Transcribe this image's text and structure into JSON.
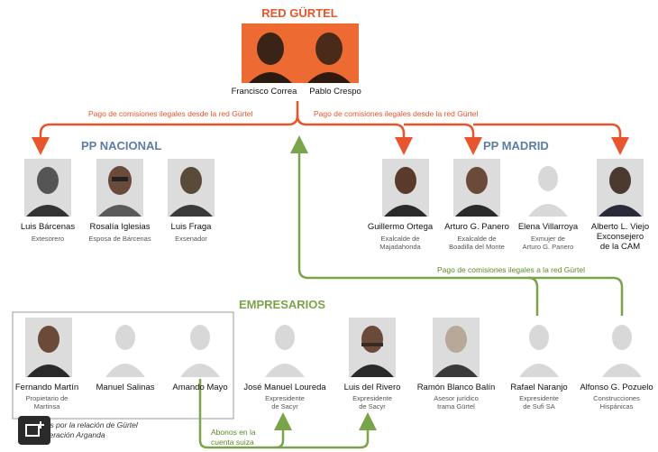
{
  "header": {
    "title": "RED GÜRTEL"
  },
  "red_gurtel": [
    {
      "name": "Francisco Correa"
    },
    {
      "name": "Pablo Crespo"
    }
  ],
  "arrows": {
    "left_label": "Pago de comisiones ilegales desde la red Gürtel",
    "right_label": "Pago de comisiones ilegales desde la red Gürtel",
    "return_label": "Pago de comisiones ilegales a la red Gürtel",
    "swiss_label_1": "Abonos en la",
    "swiss_label_2": "cuenta suiza"
  },
  "pp_nacional": {
    "title": "PP NACIONAL",
    "people": [
      {
        "name": "Luis Bárcenas",
        "role1": "Extesorero",
        "role2": ""
      },
      {
        "name": "Rosalía Iglesias",
        "role1": "Esposa de Bárcenas",
        "role2": ""
      },
      {
        "name": "Luis Fraga",
        "role1": "Exsenador",
        "role2": ""
      }
    ]
  },
  "pp_madrid": {
    "title": "PP MADRID",
    "people": [
      {
        "name": "Guillermo Ortega",
        "role1": "Exalcalde de",
        "role2": "Majadahonda"
      },
      {
        "name": "Arturo G. Panero",
        "role1": "Exalcalde de",
        "role2": "Boadilla del Monte"
      },
      {
        "name": "Elena Villarroya",
        "role1": "Exmujer de",
        "role2": "Arturo G. Panero"
      },
      {
        "name": "Alberto L. Viejo",
        "role1": "Exconsejero",
        "role2": "de la CAM"
      }
    ]
  },
  "empresarios": {
    "title": "EMPRESARIOS",
    "people": [
      {
        "name": "Fernando Martín",
        "role1": "Propietario de",
        "role2": "Martinsa"
      },
      {
        "name": "Manuel Salinas",
        "role1": "",
        "role2": ""
      },
      {
        "name": "Amando Mayo",
        "role1": "",
        "role2": ""
      },
      {
        "name": "José Manuel Loureda",
        "role1": "Expresidente",
        "role2": "de Sacyr"
      },
      {
        "name": "Luis del Rivero",
        "role1": "Expresidente",
        "role2": "de Sacyr"
      },
      {
        "name": "Ramón Blanco Balín",
        "role1": "Asesor jurídico",
        "role2": "trama Gürtel"
      },
      {
        "name": "Rafael Naranjo",
        "role1": "Expresidente",
        "role2": "de Sufi SA"
      },
      {
        "name": "Alfonso G. Pozuelo",
        "role1": "Construcciones",
        "role2": "Hispánicas"
      }
    ]
  },
  "note": {
    "line1": "Imputados por la relación de Gürtel",
    "line2": "con la operación Arganda"
  },
  "colors": {
    "red": "#e8542b",
    "blue": "#5b7ea6",
    "green": "#7aa44a"
  }
}
